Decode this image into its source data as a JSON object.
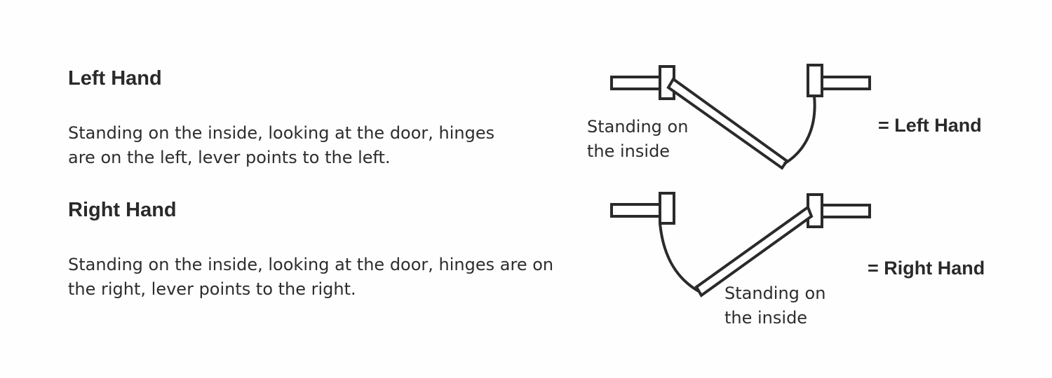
{
  "left_hand": {
    "heading": "Left Hand",
    "description_line1": "Standing on the inside, looking at the door, hinges",
    "description_line2": "are on the left, lever points to the left.",
    "diagram_label_line1": "Standing on",
    "diagram_label_line2": "the inside",
    "result": "= Left Hand"
  },
  "right_hand": {
    "heading": "Right Hand",
    "description_line1": "Standing on the inside, looking at the door, hinges are on",
    "description_line2": "the right, lever points to the right.",
    "diagram_label_line1": "Standing on",
    "diagram_label_line2": "the inside",
    "result": "= Right Hand"
  },
  "colors": {
    "stroke": "#2a2a2a",
    "text": "#2d2d2d",
    "background": "#fefefe"
  }
}
